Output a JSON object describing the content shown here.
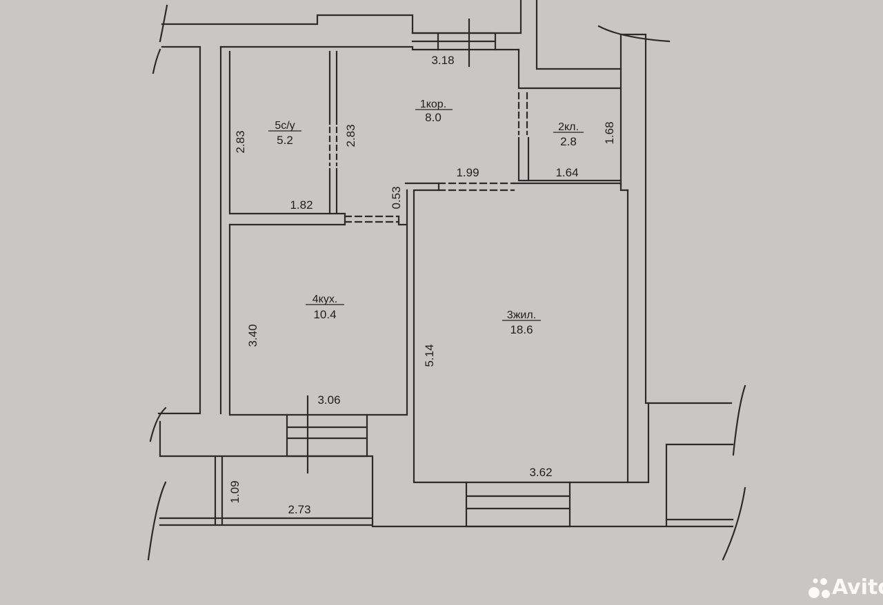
{
  "plan": {
    "rooms": [
      {
        "id": "corridor",
        "name": "1кор.",
        "area": "8.0"
      },
      {
        "id": "pantry",
        "name": "2кл.",
        "area": "2.8"
      },
      {
        "id": "living",
        "name": "3жил.",
        "area": "18.6"
      },
      {
        "id": "kitchen",
        "name": "4кух.",
        "area": "10.4"
      },
      {
        "id": "bathroom",
        "name": "5с/у",
        "area": "5.2"
      }
    ],
    "dimensions": {
      "corridor_top": "3.18",
      "bathroom_left": "2.83",
      "bathroom_right": "2.83",
      "bathroom_bottom": "1.82",
      "doorway": "0.53",
      "corridor_bottom": "1.99",
      "pantry_bottom": "1.64",
      "pantry_right": "1.68",
      "kitchen_left": "3.40",
      "kitchen_bottom": "3.06",
      "living_left": "5.14",
      "living_bottom": "3.62",
      "balcony_left": "1.09",
      "balcony_bottom": "2.73"
    }
  },
  "watermark": {
    "text": "Avito",
    "icon": "avito-logo-icon"
  }
}
